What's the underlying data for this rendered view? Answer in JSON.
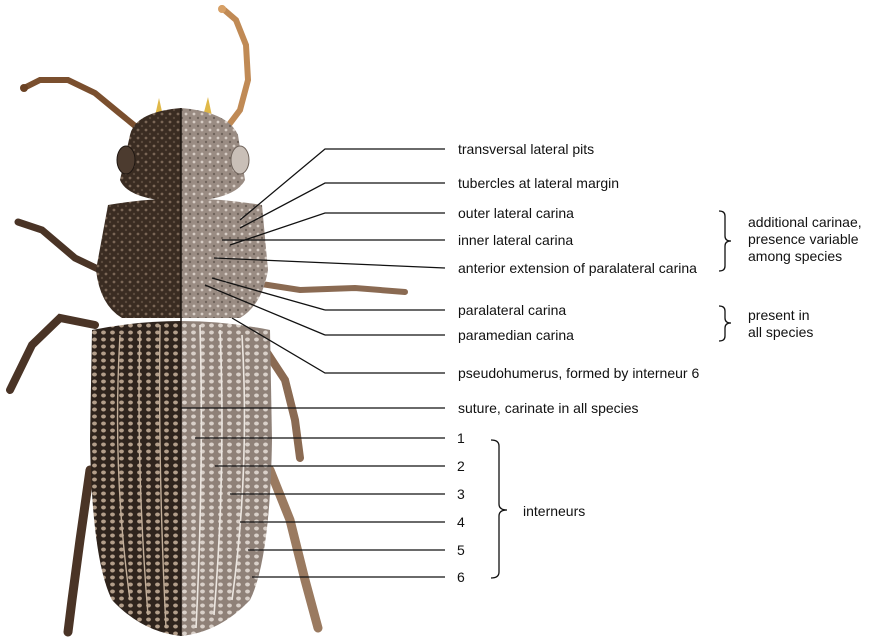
{
  "labels": {
    "transversal_lateral_pits": "transversal lateral pits",
    "tubercles_lateral_margin": "tubercles at lateral margin",
    "outer_lateral_carina": "outer lateral carina",
    "inner_lateral_carina": "inner lateral carina",
    "anterior_extension": "anterior extension of paralateral carina",
    "paralateral_carina": "paralateral carina",
    "paramedian_carina": "paramedian carina",
    "pseudohumerus": "pseudohumerus, formed by interneur 6",
    "suture": "suture, carinate in all species"
  },
  "interneur_numbers": [
    "1",
    "2",
    "3",
    "4",
    "5",
    "6"
  ],
  "groups": {
    "additional_line1": "additional carinae,",
    "additional_line2": "presence variable",
    "additional_line3": "among species",
    "present_line1": "present in",
    "present_line2": "all species",
    "interneurs": "interneurs"
  },
  "colors": {
    "left_half": "#3b2d24",
    "right_half": "#a89a90",
    "leader_lines": "#111111"
  }
}
